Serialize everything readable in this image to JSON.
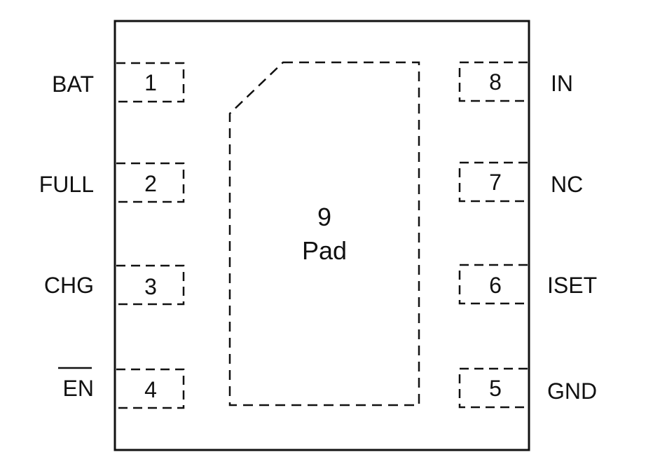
{
  "package": {
    "pad": {
      "number": "9",
      "label": "Pad"
    },
    "pins": [
      {
        "number": "1",
        "name": "BAT",
        "overline": false
      },
      {
        "number": "2",
        "name": "FULL",
        "overline": false
      },
      {
        "number": "3",
        "name": "CHG",
        "overline": false
      },
      {
        "number": "4",
        "name": "EN",
        "overline": true
      },
      {
        "number": "5",
        "name": "GND",
        "overline": false
      },
      {
        "number": "6",
        "name": "ISET",
        "overline": false
      },
      {
        "number": "7",
        "name": "NC",
        "overline": false
      },
      {
        "number": "8",
        "name": "IN",
        "overline": false
      }
    ]
  },
  "colors": {
    "line": "#111111",
    "background": "#ffffff"
  }
}
